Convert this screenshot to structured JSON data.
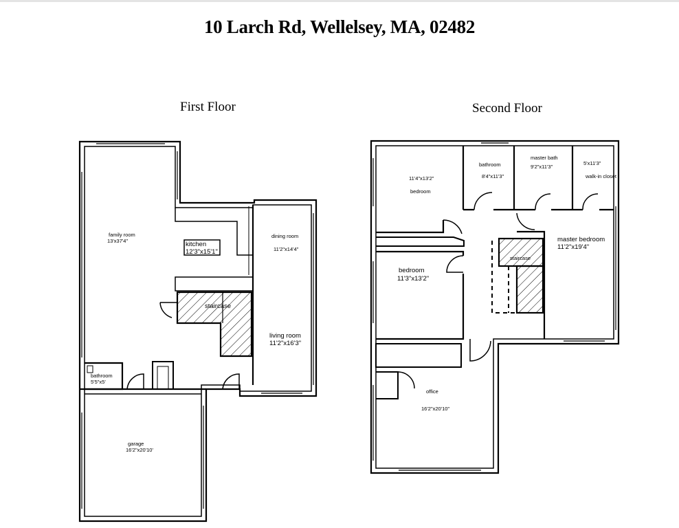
{
  "title": "10 Larch Rd, Wellelsey, MA, 02482",
  "floors": [
    {
      "label": "First  Floor",
      "rooms": [
        {
          "name": "family room",
          "size": "13'x37'4\""
        },
        {
          "name": "kitchen",
          "size": "12'3\"x15'1\""
        },
        {
          "name": "dining room",
          "size": "11'2\"x14'4\""
        },
        {
          "name": "staircase",
          "size": ""
        },
        {
          "name": "living room",
          "size": "11'2\"x16'3\""
        },
        {
          "name": "bathroom",
          "size": "5'5\"x5'"
        },
        {
          "name": "garage",
          "size": "16'2\"x20'10'"
        }
      ]
    },
    {
      "label": "Second  Floor",
      "rooms": [
        {
          "name": "bedroom",
          "size": "11'4\"x13'2\""
        },
        {
          "name": "bathroom",
          "size": "8'4\"x11'3\""
        },
        {
          "name": "master bath",
          "size": "9'2\"x11'3\""
        },
        {
          "name": "walk-in closet",
          "size": "5'x11'3\""
        },
        {
          "name": "master bedroom",
          "size": "11'2\"x19'4\""
        },
        {
          "name": "bedroom",
          "size": "11'3\"x13'2\""
        },
        {
          "name": "staircase",
          "size": ""
        },
        {
          "name": "office",
          "size": "16'2\"x20'10\""
        }
      ]
    }
  ]
}
